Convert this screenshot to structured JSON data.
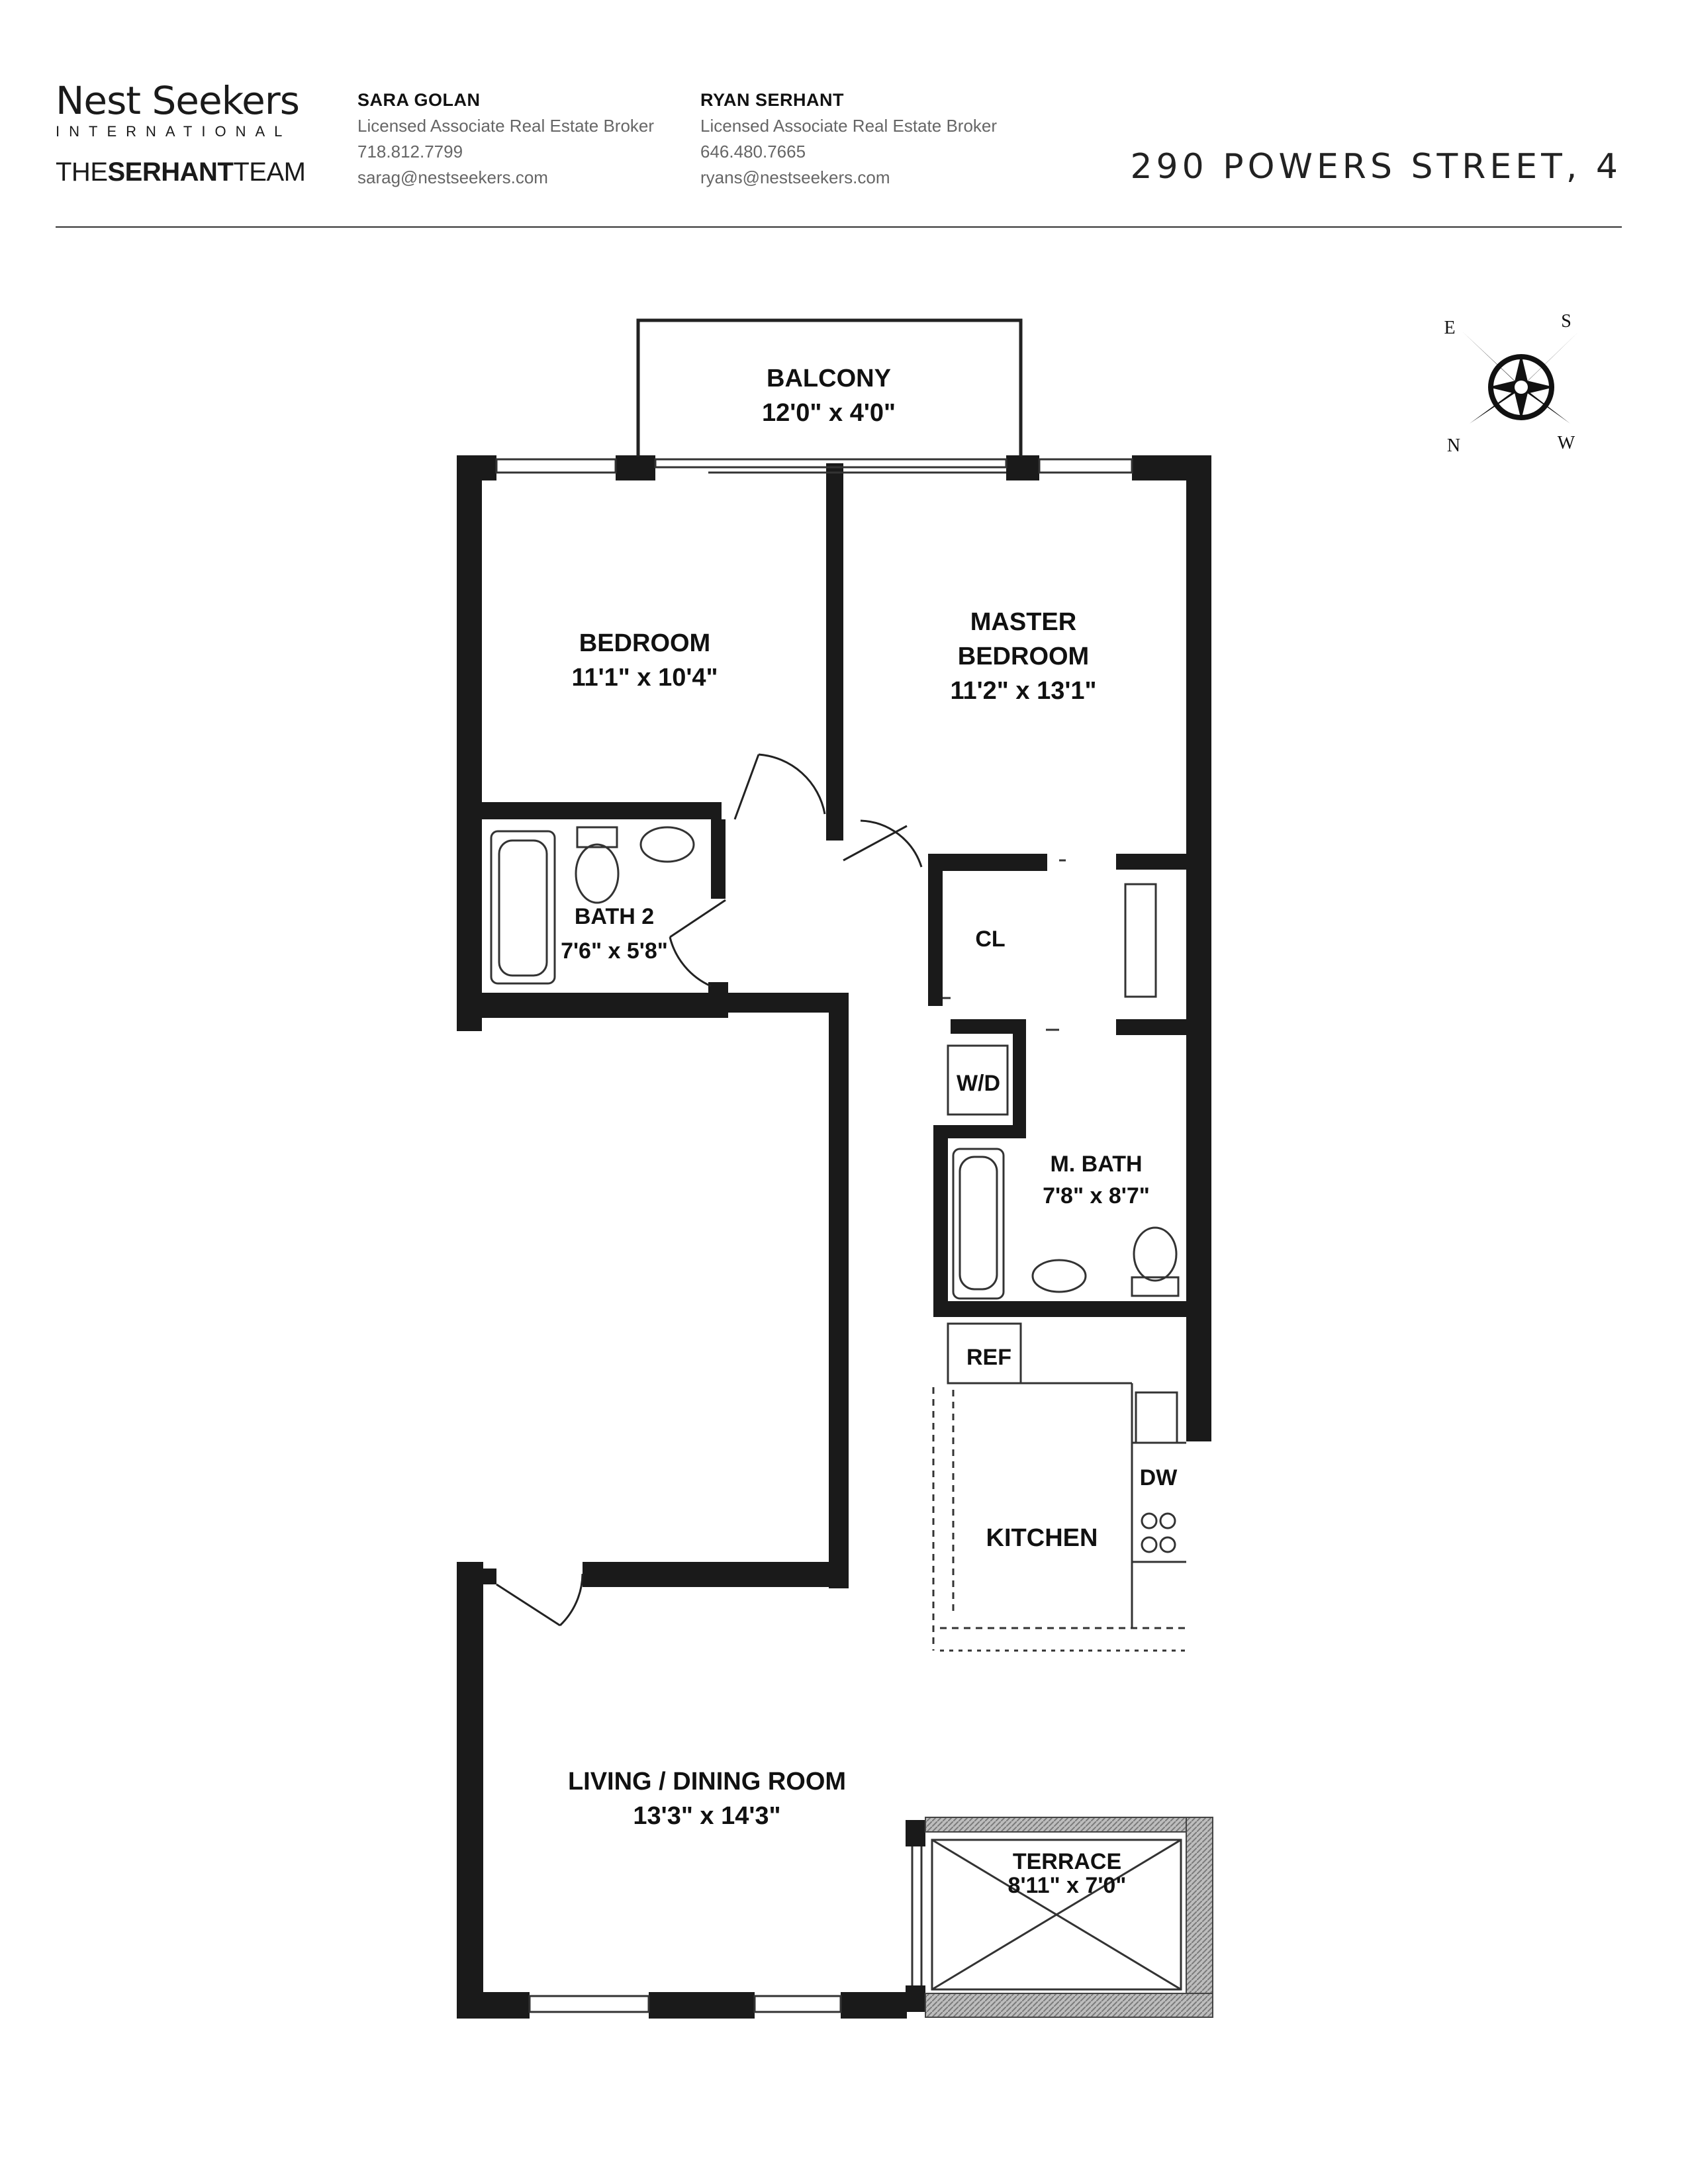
{
  "brand": {
    "name": "Nest Seekers",
    "sub": "INTERNATIONAL",
    "team_prefix": "THE",
    "team_bold": "SERHANT",
    "team_suffix": "TEAM"
  },
  "agents": [
    {
      "name": "SARA GOLAN",
      "title": "Licensed Associate Real Estate Broker",
      "phone": "718.812.7799",
      "email": "sarag@nestseekers.com"
    },
    {
      "name": "RYAN SERHANT",
      "title": "Licensed Associate Real Estate Broker",
      "phone": "646.480.7665",
      "email": "ryans@nestseekers.com"
    }
  ],
  "address": "290 POWERS STREET, 4",
  "compass": {
    "e": "E",
    "s": "S",
    "n": "N",
    "w": "W"
  },
  "rooms": {
    "balcony": {
      "name": "BALCONY",
      "size": "12'0\" x 4'0\""
    },
    "bedroom": {
      "name": "BEDROOM",
      "size": "11'1\" x 10'4\""
    },
    "master": {
      "name1": "MASTER",
      "name2": "BEDROOM",
      "size": "11'2\" x 13'1\""
    },
    "bath2": {
      "name": "BATH 2",
      "size": "7'6\" x 5'8\""
    },
    "closet": {
      "name": "CL"
    },
    "wd": {
      "name": "W/D"
    },
    "mbath": {
      "name": "M. BATH",
      "size": "7'8\" x 8'7\""
    },
    "ref": {
      "name": "REF"
    },
    "dw": {
      "name": "DW"
    },
    "kitchen": {
      "name": "KITCHEN"
    },
    "living": {
      "name": "LIVING / DINING ROOM",
      "size": "13'3\" x 14'3\""
    },
    "terrace": {
      "name": "TERRACE",
      "size": "8'11\" x 7'0\""
    }
  }
}
